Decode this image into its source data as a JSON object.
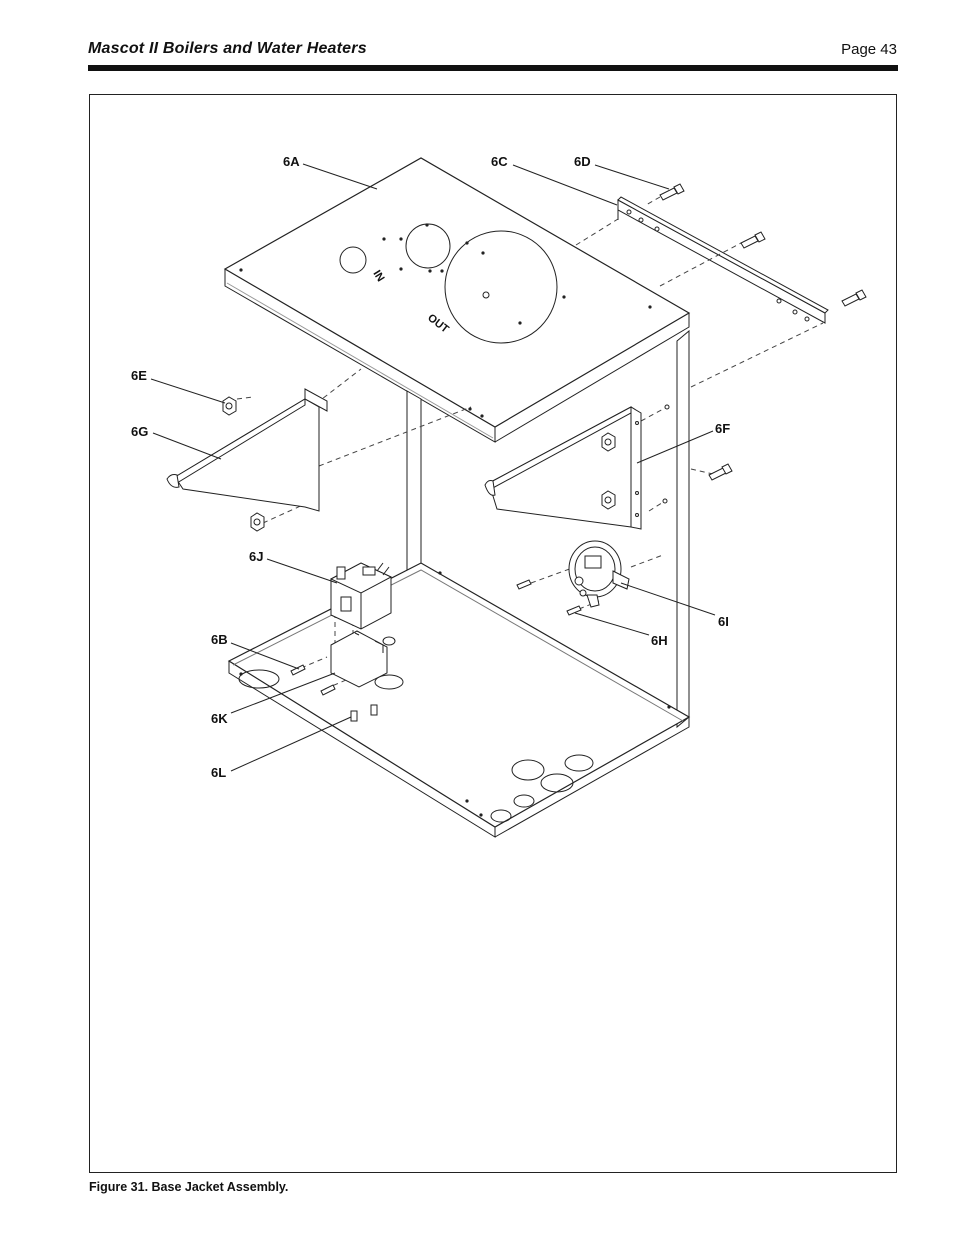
{
  "header": {
    "title": "Mascot II Boilers and Water Heaters",
    "page": "Page 43"
  },
  "figure": {
    "caption": "Figure 31.  Base Jacket Assembly.",
    "panel_labels": {
      "in": "IN",
      "out": "OUT"
    },
    "callouts": {
      "c6A": "6A",
      "c6C": "6C",
      "c6D": "6D",
      "c6E": "6E",
      "c6G": "6G",
      "c6F": "6F",
      "c6J": "6J",
      "c6B": "6B",
      "c6I": "6I",
      "c6H": "6H",
      "c6K": "6K",
      "c6L": "6L"
    }
  }
}
